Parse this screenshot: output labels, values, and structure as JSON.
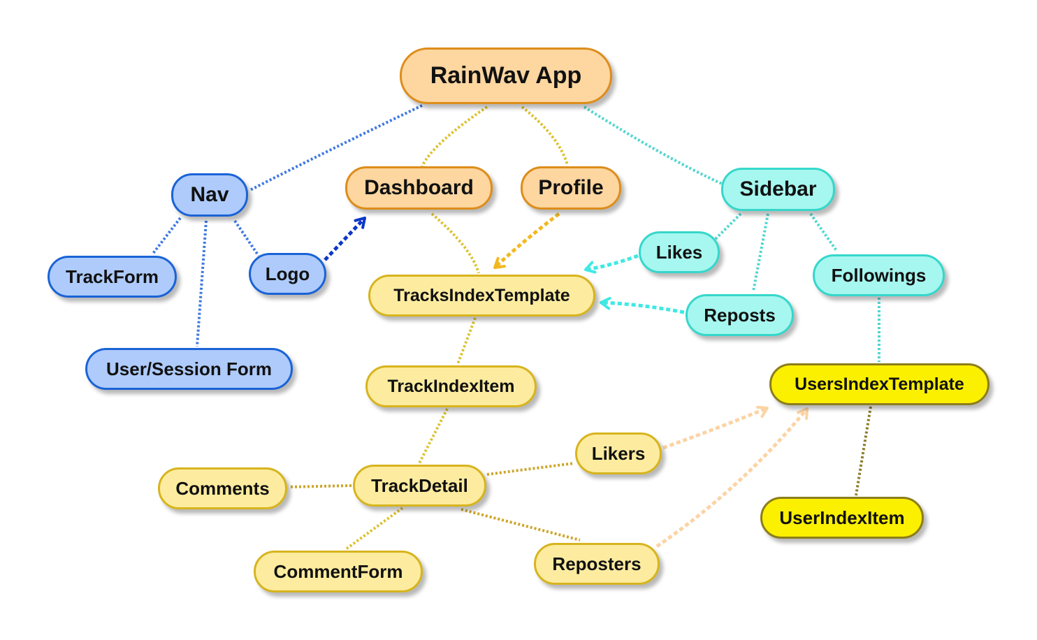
{
  "nodes": {
    "app": "RainWav App",
    "dashboard": "Dashboard",
    "profile": "Profile",
    "nav": "Nav",
    "sidebar": "Sidebar",
    "trackform": "TrackForm",
    "logo": "Logo",
    "user_session_form": "User/Session Form",
    "tracks_index_template": "TracksIndexTemplate",
    "likes": "Likes",
    "followings": "Followings",
    "reposts": "Reposts",
    "track_index_item": "TrackIndexItem",
    "users_index_template": "UsersIndexTemplate",
    "likers": "Likers",
    "comments": "Comments",
    "track_detail": "TrackDetail",
    "user_index_item": "UserIndexItem",
    "comment_form": "CommentForm",
    "reposters": "Reposters"
  },
  "colors": {
    "orange_fill": "#fdd6a0",
    "orange_border": "#dd8d1b",
    "blue_fill": "#aecbfb",
    "blue_border": "#1a63d6",
    "cyan_fill": "#a6f7ef",
    "cyan_border": "#36d7cb",
    "pale_yellow_fill": "#fdec9f",
    "pale_yellow_border": "#d7b41e",
    "yellow_fill": "#fbf000",
    "yellow_border": "#8c7d1c",
    "edge_blue": "#3f78e0",
    "edge_blue_dark": "#0b36c9",
    "edge_gold": "#dcc130",
    "edge_gold_dark": "#cda52a",
    "edge_cyan": "#4ed6cf",
    "edge_cyan_bright": "#3fe9e4",
    "edge_orange": "#f2b820",
    "edge_peach": "#fcd3a4",
    "edge_olive": "#8d7c2a"
  },
  "edges": [
    {
      "from": "app",
      "to": "nav",
      "style": "dotted",
      "color": "edge_blue"
    },
    {
      "from": "app",
      "to": "dashboard",
      "style": "dotted",
      "color": "edge_gold"
    },
    {
      "from": "app",
      "to": "profile",
      "style": "dotted",
      "color": "edge_gold"
    },
    {
      "from": "app",
      "to": "sidebar",
      "style": "dotted",
      "color": "edge_cyan"
    },
    {
      "from": "nav",
      "to": "trackform",
      "style": "dotted",
      "color": "edge_blue"
    },
    {
      "from": "nav",
      "to": "logo",
      "style": "dotted",
      "color": "edge_blue"
    },
    {
      "from": "nav",
      "to": "user_session_form",
      "style": "dotted",
      "color": "edge_blue"
    },
    {
      "from": "logo",
      "to": "dashboard",
      "style": "dashed-arrow",
      "color": "edge_blue_dark"
    },
    {
      "from": "dashboard",
      "to": "tracks_index_template",
      "style": "dotted",
      "color": "edge_gold"
    },
    {
      "from": "profile",
      "to": "tracks_index_template",
      "style": "dashed-arrow",
      "color": "edge_orange"
    },
    {
      "from": "sidebar",
      "to": "likes",
      "style": "dotted",
      "color": "edge_cyan"
    },
    {
      "from": "sidebar",
      "to": "reposts",
      "style": "dotted",
      "color": "edge_cyan"
    },
    {
      "from": "sidebar",
      "to": "followings",
      "style": "dotted",
      "color": "edge_cyan"
    },
    {
      "from": "likes",
      "to": "tracks_index_template",
      "style": "dashed-arrow",
      "color": "edge_cyan_bright"
    },
    {
      "from": "reposts",
      "to": "tracks_index_template",
      "style": "dashed-arrow",
      "color": "edge_cyan_bright"
    },
    {
      "from": "followings",
      "to": "users_index_template",
      "style": "dotted",
      "color": "edge_cyan"
    },
    {
      "from": "tracks_index_template",
      "to": "track_index_item",
      "style": "dotted",
      "color": "edge_gold"
    },
    {
      "from": "track_index_item",
      "to": "track_detail",
      "style": "dotted",
      "color": "edge_gold"
    },
    {
      "from": "track_detail",
      "to": "comments",
      "style": "dotted",
      "color": "edge_gold_dark"
    },
    {
      "from": "track_detail",
      "to": "likers",
      "style": "dotted",
      "color": "edge_gold_dark"
    },
    {
      "from": "track_detail",
      "to": "comment_form",
      "style": "dotted",
      "color": "edge_gold"
    },
    {
      "from": "track_detail",
      "to": "reposters",
      "style": "dotted",
      "color": "edge_gold_dark"
    },
    {
      "from": "likers",
      "to": "users_index_template",
      "style": "dashed-arrow",
      "color": "edge_peach"
    },
    {
      "from": "reposters",
      "to": "users_index_template",
      "style": "dashed-arrow",
      "color": "edge_peach"
    },
    {
      "from": "users_index_template",
      "to": "user_index_item",
      "style": "dotted",
      "color": "edge_olive"
    }
  ]
}
